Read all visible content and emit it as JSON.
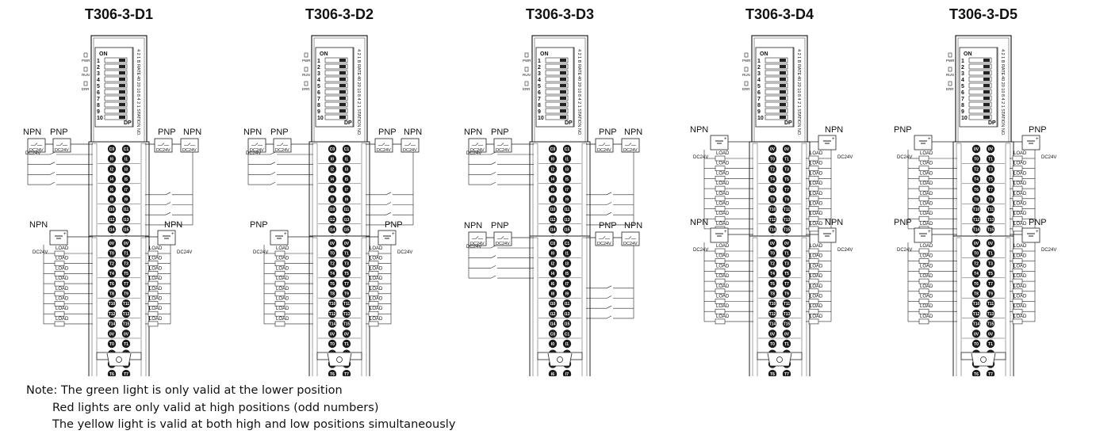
{
  "modules": [
    {
      "title": "T306-3-D1",
      "input_left_labels": [
        "NPN",
        "PNP"
      ],
      "input_right_labels": [
        "PNP",
        "NPN"
      ],
      "output_left_label": "NPN",
      "output_right_label": "NPN"
    },
    {
      "title": "T306-3-D2",
      "input_left_labels": [
        "NPN",
        "PNP"
      ],
      "input_right_labels": [
        "PNP",
        "NPN"
      ],
      "output_left_label": "PNP",
      "output_right_label": "PNP"
    },
    {
      "title": "T306-3-D3",
      "input_left_labels": [
        "NPN",
        "PNP"
      ],
      "input_right_labels": [
        "PNP",
        "NPN"
      ],
      "input2_left_labels": [
        "NPN",
        "PNP"
      ],
      "input2_right_labels": [
        "PNP",
        "NPN"
      ]
    },
    {
      "title": "T306-3-D4",
      "output_top_left_label": "NPN",
      "output_top_right_label": "NPN",
      "output_left_label": "NPN",
      "output_right_label": "NPN"
    },
    {
      "title": "T306-3-D5",
      "output_top_left_label": "PNP",
      "output_top_right_label": "PNP",
      "output_left_label": "PNP",
      "output_right_label": "PNP"
    }
  ],
  "panel_text": {
    "dip_on": "ON",
    "dip_dp": "DP",
    "dip_numbers": [
      "1",
      "2",
      "3",
      "4",
      "5",
      "6",
      "7",
      "8",
      "9",
      "10"
    ],
    "led_labels": [
      "PWR",
      "RUN",
      "ERR"
    ],
    "side_label_1": "B RATE",
    "side_label_2": "STATION NO.",
    "side_values_1": "4 2 1",
    "side_values_2": "40 20 10 8 4 2 1"
  },
  "terminals": {
    "input_block": [
      "C0",
      "C1",
      "I0",
      "I1",
      "I2",
      "I3",
      "I4",
      "I5",
      "I6",
      "I7",
      "I8",
      "I9",
      "I10",
      "I11",
      "I12",
      "I13",
      "I14",
      "I15"
    ],
    "output_block": [
      "0V",
      "0V",
      "T0",
      "T1",
      "T2",
      "T3",
      "T4",
      "T5",
      "T6",
      "T7",
      "T8",
      "T9",
      "T10",
      "T11",
      "T12",
      "T13",
      "T14",
      "T15"
    ]
  },
  "wiring_text": {
    "load": "LOAD",
    "supply": "DC24V"
  },
  "notes": [
    "Note: The green light is only valid at the lower position",
    "Red lights are only valid at high positions (odd numbers)",
    "The yellow light is valid at both high and low positions simultaneously"
  ]
}
